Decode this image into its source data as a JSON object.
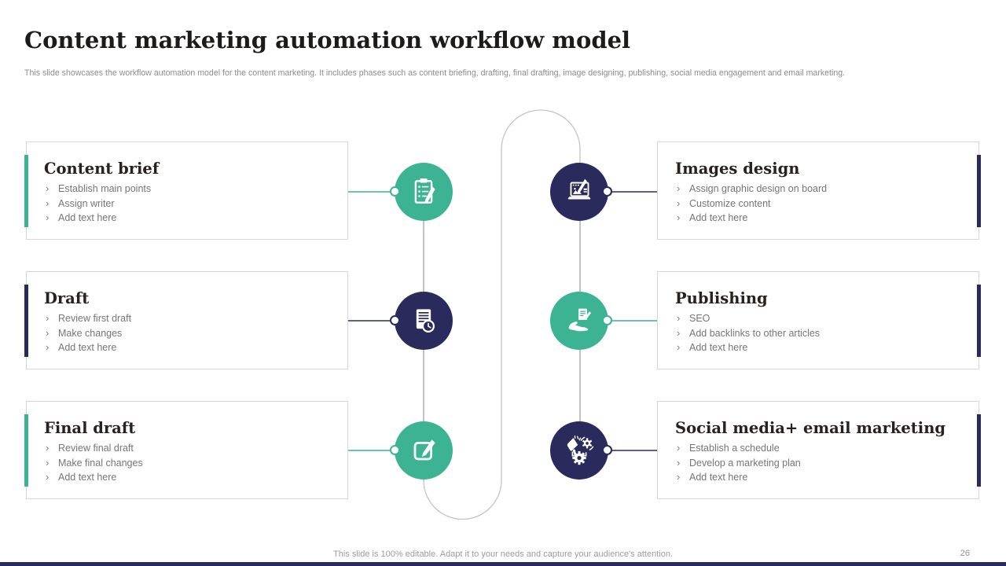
{
  "slide": {
    "title": "Content marketing automation workflow model",
    "subtitle": "This slide showcases the workflow automation model for the content marketing. It includes phases such as content briefing, drafting, final drafting, image designing, publishing, social media engagement and email marketing.",
    "footer": "This slide is 100% editable. Adapt it to your needs and capture your audience's attention.",
    "page_number": "26"
  },
  "bullet_char": "›",
  "colors": {
    "teal": "#3cb493",
    "navy": "#2b2a5c",
    "heading_text": "#272220",
    "body_text": "#767676",
    "box_border": "#d8d8d8",
    "path_gray": "#c4c4c4",
    "column_line_gray": "#909090"
  },
  "steps": [
    {
      "title": "Content brief",
      "items": [
        "Establish main points",
        "Assign writer",
        "Add text here"
      ],
      "icon": "clipboard-checklist-icon",
      "circle_color": "teal",
      "accent_color": "teal",
      "side": "left"
    },
    {
      "title": "Draft",
      "items": [
        "Review first draft",
        "Make changes",
        "Add text here"
      ],
      "icon": "document-clock-icon",
      "circle_color": "navy",
      "accent_color": "navy",
      "side": "left"
    },
    {
      "title": "Final draft",
      "items": [
        "Review final draft",
        "Make final changes",
        "Add text here"
      ],
      "icon": "edit-pencil-icon",
      "circle_color": "teal",
      "accent_color": "teal",
      "side": "left"
    },
    {
      "title": "Images design",
      "items": [
        "Assign graphic design on board",
        "Customize content",
        "Add text here"
      ],
      "icon": "design-laptop-icon",
      "circle_color": "navy",
      "accent_color": "navy",
      "side": "right"
    },
    {
      "title": "Publishing",
      "items": [
        "SEO",
        "Add backlinks to other articles",
        "Add text here"
      ],
      "icon": "hand-document-icon",
      "circle_color": "teal",
      "accent_color": "navy",
      "side": "right"
    },
    {
      "title": "Social media+ email marketing",
      "items": [
        "Establish a schedule",
        "Develop a marketing plan",
        "Add text here"
      ],
      "icon": "megaphone-gears-icon",
      "circle_color": "navy",
      "accent_color": "navy",
      "side": "right"
    }
  ]
}
